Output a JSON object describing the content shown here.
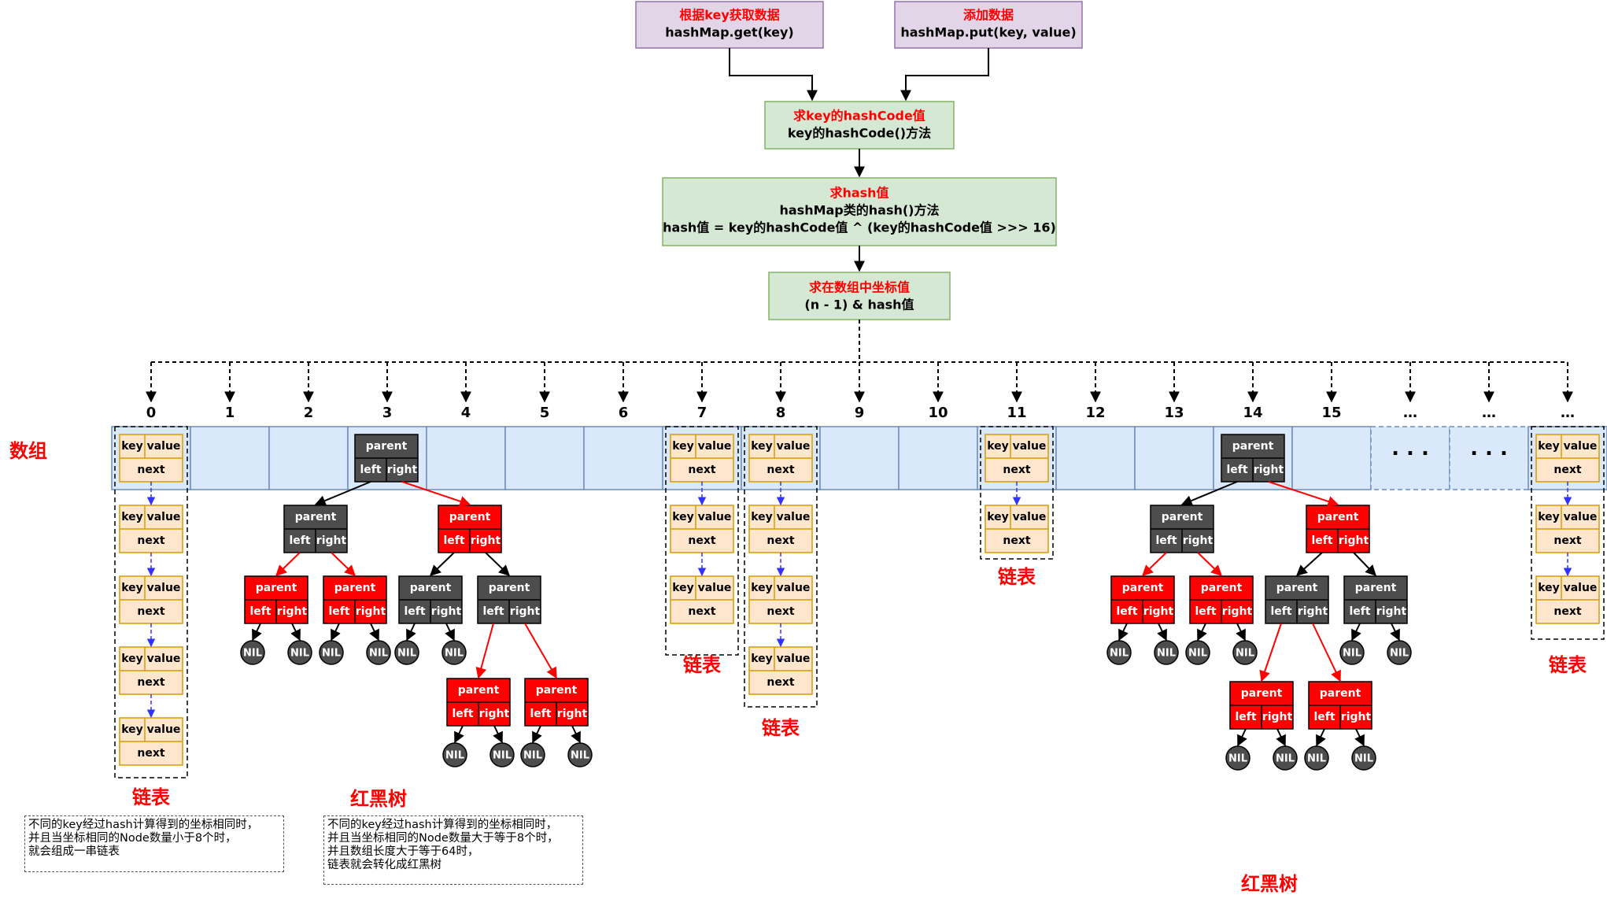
{
  "top_boxes": {
    "get": {
      "title": "根据key获取数据",
      "code": "hashMap.get(key)"
    },
    "put": {
      "title": "添加数据",
      "code": "hashMap.put(key, value)"
    }
  },
  "steps": {
    "hashcode": {
      "title": "求key的hashCode值",
      "lines": [
        "key的hashCode()方法"
      ]
    },
    "hash": {
      "title": "求hash值",
      "lines": [
        "hashMap类的hash()方法",
        "hash值 = key的hashCode值 ^ (key的hashCode值 >>> 16)"
      ]
    },
    "index": {
      "title": "求在数组中坐标值",
      "lines": [
        "(n - 1) & hash值"
      ]
    }
  },
  "array_label": "数组",
  "indices": [
    "0",
    "1",
    "2",
    "3",
    "4",
    "5",
    "6",
    "7",
    "8",
    "9",
    "10",
    "11",
    "12",
    "13",
    "14",
    "15",
    "…",
    "…",
    "…"
  ],
  "dots": "· · ·",
  "node_text": {
    "key": "key",
    "value": "value",
    "next": "next",
    "parent": "parent",
    "left": "left",
    "right": "right",
    "nil": "NIL"
  },
  "labels": {
    "linked_list": "链表",
    "rbtree": "红黑树"
  },
  "notes": {
    "linked_list": "不同的key经过hash计算得到的坐标相同时，\n并且当坐标相同的Node数量小于8个时，\n就会组成一串链表",
    "rbtree": "不同的key经过hash计算得到的坐标相同时，\n并且当坐标相同的Node数量大于等于8个时，\n并且数组长度大于等于64时，\n链表就会转化成红黑树"
  },
  "colors": {
    "purple_fill": "#e1d5e7",
    "purple_stroke": "#9673a6",
    "green_fill": "#d5e8d4",
    "green_stroke": "#82b366",
    "array_fill": "#dae8fc",
    "array_stroke": "#6c8ebf",
    "node_fill": "#ffe6cc",
    "node_stroke": "#d79b00",
    "black_node": "#4d4d4d",
    "red_node": "#ff0000",
    "label_red": "#ff0000"
  }
}
